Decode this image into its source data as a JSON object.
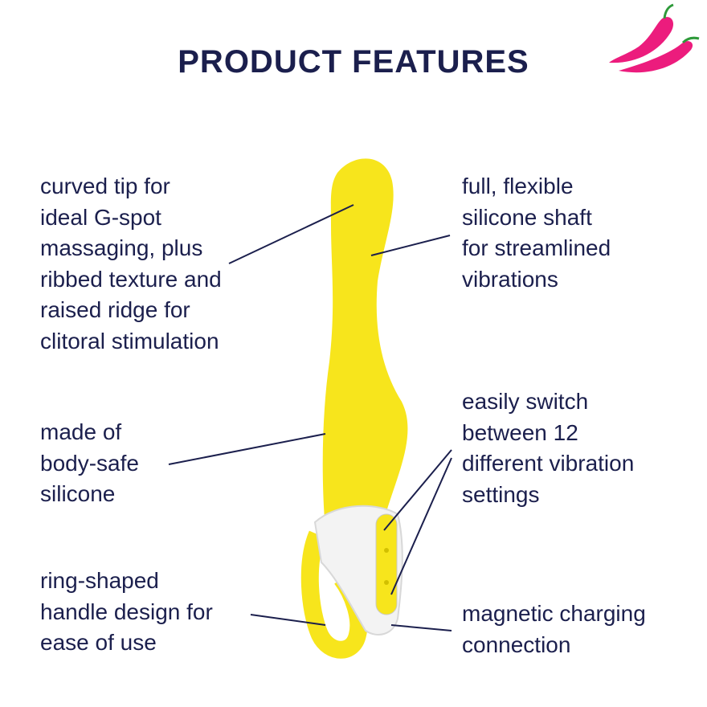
{
  "title": "PRODUCT FEATURES",
  "brand_logo": "chili-pepper-logo",
  "colors": {
    "text": "#1b1f4d",
    "product": "#f7e51c",
    "logo": "#ec1c7d"
  },
  "features_left": [
    {
      "text": "curved tip for\nideal G-spot\nmassaging, plus\nribbed texture and\nraised ridge for\nclitoral stimulation"
    },
    {
      "text": "made of\nbody-safe\nsilicone"
    },
    {
      "text": "ring-shaped\nhandle design for\nease of use"
    }
  ],
  "features_right": [
    {
      "text": "full, flexible\nsilicone shaft\nfor streamlined\nvibrations"
    },
    {
      "text": "easily switch\nbetween 12\ndifferent vibration\nsettings"
    },
    {
      "text": "magnetic charging\nconnection"
    }
  ]
}
